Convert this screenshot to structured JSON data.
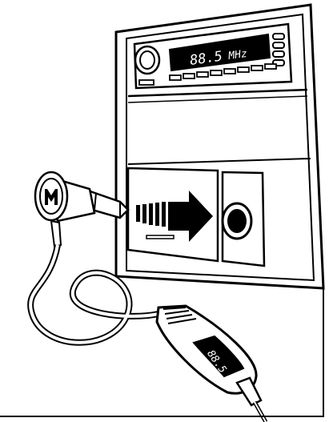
{
  "radio": {
    "frequency": "88.5",
    "unit": "MHz"
  },
  "transmitter": {
    "display": "88.5"
  },
  "icons": {
    "arrow": "right-arrow-icon",
    "brand": "monster-logo-icon",
    "socket": "power-socket-icon"
  },
  "colors": {
    "ink": "#000000",
    "paper": "#ffffff",
    "lcd_text": "#ffffff"
  }
}
